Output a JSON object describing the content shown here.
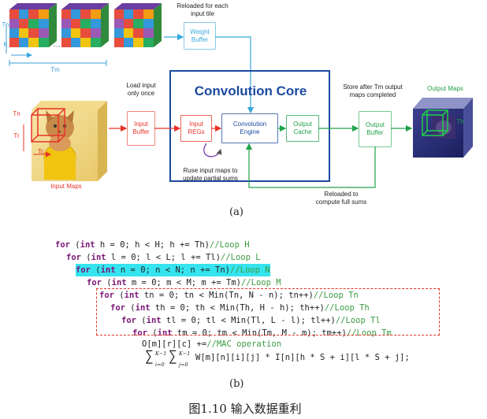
{
  "diagram": {
    "reloaded_each_tile": "Reloaded for each\ninput tile",
    "weight_buffer": "Weight\nBuffer",
    "load_input_once": "Load input\nonly once",
    "core_title": "Convolution Core",
    "input_buffer": "Input\nBuffer",
    "input_regs": "Input\nREGs",
    "conv_engine": "Convolution\nEngine",
    "output_cache": "Output\nCache",
    "store_after": "Store after Tm output\nmaps completed",
    "output_buffer": "Output\nBuffer",
    "output_maps": "Output Maps",
    "input_maps": "Input Maps",
    "reuse_input": "Ruse input maps to\nupdate partial sums",
    "reloaded_compute": "Reloaded to\ncompute full sums",
    "dim_tn": "Tn",
    "dim_k": "K",
    "dim_tm": "Tm",
    "dim_tr": "Tr",
    "dim_tc": "Tc",
    "dim_th": "Th",
    "dots": "....",
    "colors": {
      "red": "#e8332a",
      "blue": "#1f6fb8",
      "green": "#21a24a",
      "cyan_line": "#37a8dc",
      "core_border": "#1c4aa0",
      "code_keyword": "#7b1577",
      "code_comment": "#3c9b43",
      "highlight": "#35e4ee"
    }
  },
  "caption_a": "(a)",
  "caption_b": "(b)",
  "figure_caption": "图1.10 输入数据重利用",
  "code": {
    "line1": {
      "kw": "for",
      "open": " (",
      "kw2": "int",
      "body": " h = 0; h < H; h += Th)",
      "comment": "//Loop H"
    },
    "line2": {
      "kw": "for",
      "open": " (",
      "kw2": "int",
      "body": " l = 0; l < L; l += Tl)",
      "comment": "//Loop L"
    },
    "line3": {
      "kw": "for",
      "open": " (",
      "kw2": "int",
      "body": " n = 0; n < N; n += Tn)",
      "comment": "//Loop N"
    },
    "line4": {
      "kw": "for",
      "open": " (",
      "kw2": "int",
      "body": " m = 0; m < M; m += Tm)",
      "comment": "//Loop M"
    },
    "line5": {
      "kw": "for",
      "open": " (",
      "kw2": "int",
      "body": " tn = 0; tn < Min(Tn, N - n); tn++)",
      "comment": "//Loop Tn"
    },
    "line6": {
      "kw": "for",
      "open": " (",
      "kw2": "int",
      "body": " th = 0; th < Min(Th, H - h); th++)",
      "comment": "//Loop Th"
    },
    "line7": {
      "kw": "for",
      "open": " (",
      "kw2": "int",
      "body": " tl = 0; tl < Min(Tl, L - l); tl++)",
      "comment": "//Loop Tl"
    },
    "line8": {
      "kw": "for",
      "open": " (",
      "kw2": "int",
      "body": " tm = 0; tm < Min(Tm, M - m); tm++)",
      "comment": "//Loop Tm"
    },
    "line9": {
      "body": "O[m][r][c] +=",
      "comment": "//MAC operation"
    },
    "line10": {
      "sum": "∑",
      "sum_i_upper": "K−1",
      "sum_i_lower": "i=0",
      "sum_j_upper": "K−1",
      "sum_j_lower": "j=0",
      "body": "W[m][n][i][j] * I[n][h * S + i][l * S + j];"
    }
  }
}
